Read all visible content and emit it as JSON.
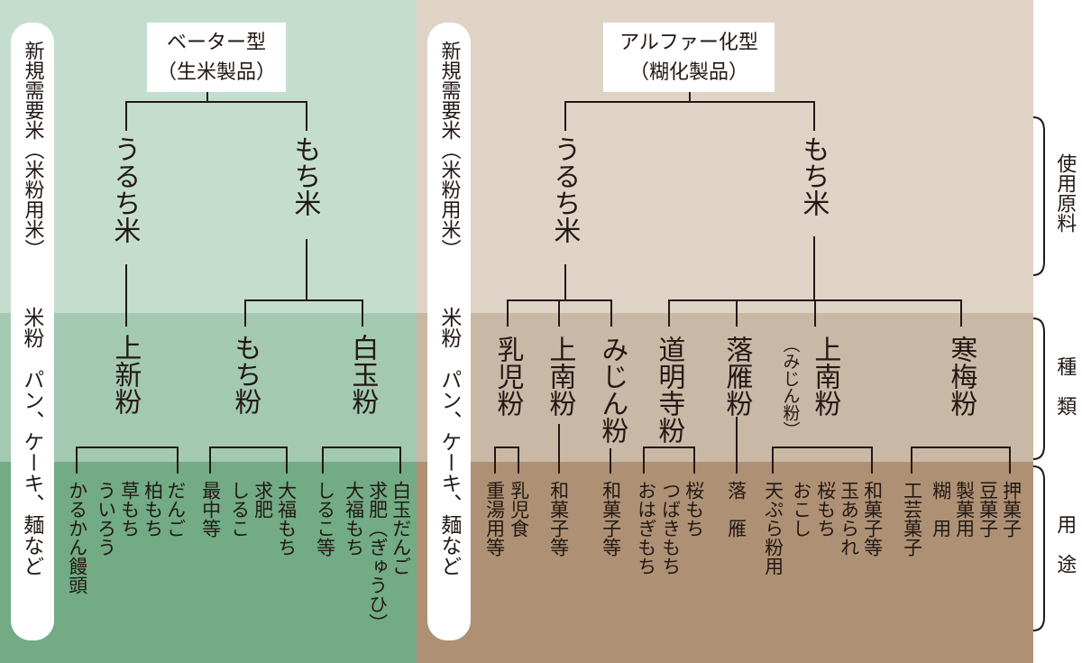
{
  "colors": {
    "left_top": "#c4ddcf",
    "left_mid": "#a3c9b2",
    "left_bot": "#72ab84",
    "right_top": "#dfd3c6",
    "right_mid": "#c9b8a5",
    "right_bot": "#ae9174",
    "line": "#231815"
  },
  "left": {
    "title": "ベーター型",
    "subtitle": "（生米製品）",
    "pill": [
      "新規需要米（米粉用米）",
      "米粉　パン、ケーキ、麺など"
    ],
    "uruchi": "うるち米",
    "mochi": "もち米",
    "kinds": [
      "上新粉",
      "もち粉",
      "白玉粉"
    ],
    "uses": [
      "だんご",
      "柏もち",
      "草もち",
      "ういろう",
      "かるかん饅頭",
      "大福もち",
      "求肥",
      "しるこ",
      "最中等",
      "白玉だんご",
      "求肥（ぎゅうひ）",
      "大福もち",
      "しるこ等"
    ]
  },
  "right": {
    "title": "アルファー化型",
    "subtitle": "（糊化製品）",
    "pill": [
      "新規需要米（米粉用米）",
      "米粉　パン、ケーキ、麺など"
    ],
    "uruchi": "うるち米",
    "mochi": "もち米",
    "kinds": [
      "乳児粉",
      "上南粉",
      "みじん粉",
      "道明寺粉",
      "落雁粉",
      "上南粉",
      "（みじん粉）",
      "寒梅粉"
    ],
    "uses": [
      "乳児食",
      "重湯用等",
      "和菓子等",
      "和菓子等",
      "桜もち",
      "つばきもち",
      "おはぎもち",
      "落　雁",
      "和菓子等",
      "玉あられ",
      "桜もち",
      "おこし",
      "天ぷら粉用",
      "押菓子",
      "豆菓子",
      "製菓用",
      "糊　用",
      "工芸菓子"
    ]
  },
  "side_labels": [
    "使用原料",
    "種　類",
    "用　途"
  ]
}
